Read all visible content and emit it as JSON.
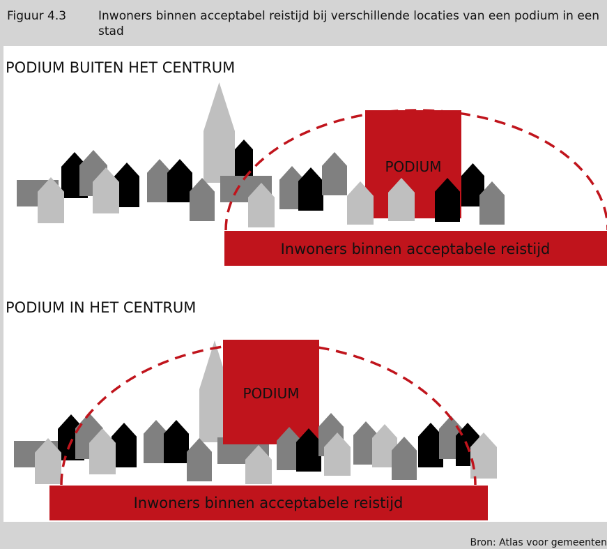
{
  "figure": {
    "number": "Figuur 4.3",
    "title": "Inwoners binnen acceptabel reistijd bij verschillende locaties van een podium in een stad"
  },
  "scenarios": [
    {
      "heading": "PODIUM BUITEN HET CENTRUM",
      "venue_label": "PODIUM",
      "reach_label": "Inwoners binnen acceptabele reistijd"
    },
    {
      "heading": "PODIUM IN HET CENTRUM",
      "venue_label": "PODIUM",
      "reach_label": "Inwoners binnen acceptabele reistijd"
    }
  ],
  "source": "Bron: Atlas voor gemeenten",
  "colors": {
    "accent_red": "#c0141c",
    "dark_gray": "#808080",
    "light_gray": "#bfbfbf",
    "black": "#000000",
    "background": "#d4d4d4"
  },
  "icons": [
    "house-icon",
    "church-icon",
    "podium-building"
  ]
}
